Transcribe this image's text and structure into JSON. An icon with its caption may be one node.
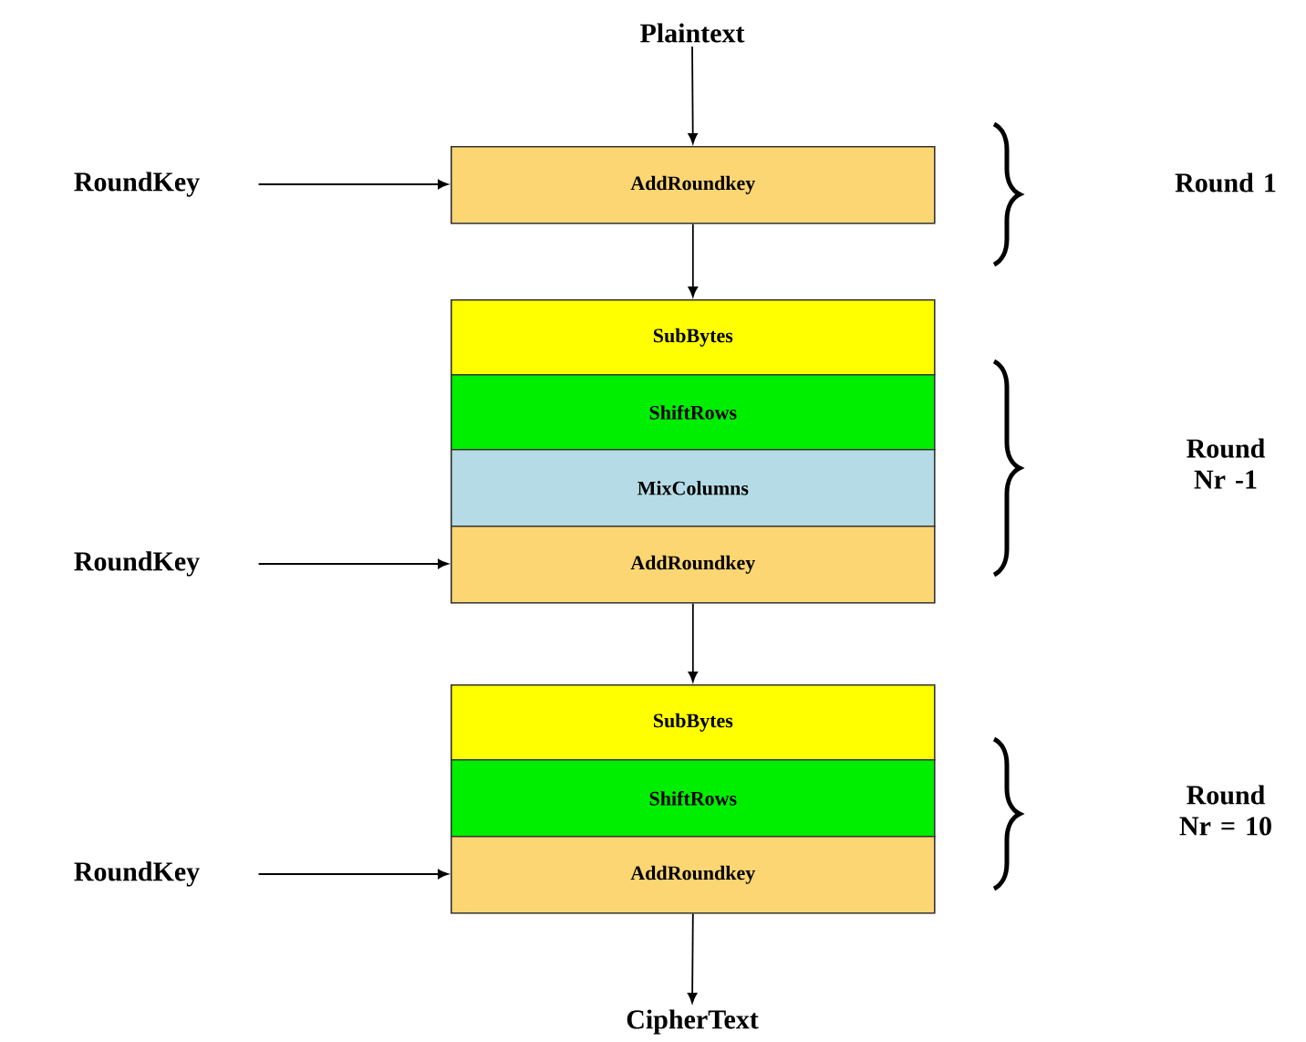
{
  "diagram": {
    "nodes": [
      {
        "text": [
          "Plaintext"
        ]
      },
      {
        "text": [
          "RoundKey"
        ]
      },
      {
        "text": [
          "AddRoundkey"
        ]
      },
      {
        "text": [
          "SubBytes"
        ]
      },
      {
        "text": [
          "ShiftRows"
        ]
      },
      {
        "text": [
          "MixColumns"
        ]
      },
      {
        "text": [
          "RoundKey"
        ]
      },
      {
        "text": [
          "AddRoundkey"
        ]
      },
      {
        "text": [
          "SubBytes"
        ]
      },
      {
        "text": [
          "ShiftRows"
        ]
      },
      {
        "text": [
          "RoundKey"
        ]
      },
      {
        "text": [
          "AddRoundkey"
        ]
      },
      {
        "text": [
          "CipherText"
        ]
      }
    ],
    "edges": [
      {
        "from": 0,
        "to": 2,
        "arrow": "to"
      },
      {
        "from": 1,
        "to": 2,
        "arrow": "to"
      },
      {
        "from": 2,
        "to": 3,
        "arrow": "to"
      },
      {
        "from": 6,
        "to": 7,
        "arrow": "to"
      },
      {
        "from": 7,
        "to": 8,
        "arrow": "to"
      },
      {
        "from": 10,
        "to": 11,
        "arrow": "to"
      },
      {
        "from": 11,
        "to": 12,
        "arrow": "to"
      }
    ],
    "labels": [
      "Round 1",
      "Round Nr -1",
      "Round Nr = 10"
    ]
  }
}
